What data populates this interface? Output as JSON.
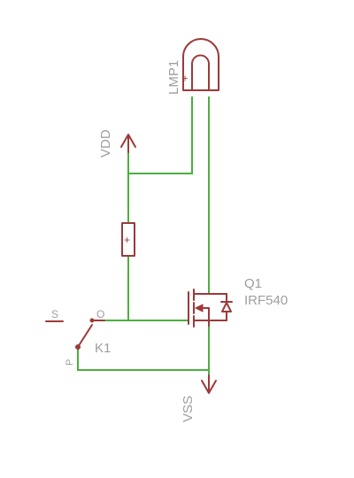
{
  "lamp": {
    "name": "LMP1",
    "pin_mark": "+"
  },
  "supply": {
    "name": "VDD"
  },
  "ground": {
    "name": "VSS"
  },
  "resistor": {
    "mark": "+"
  },
  "mosfet": {
    "name": "Q1",
    "value": "IRF540"
  },
  "relay": {
    "name": "K1",
    "pin_s": "S",
    "pin_o": "O",
    "pin_p": "P"
  }
}
